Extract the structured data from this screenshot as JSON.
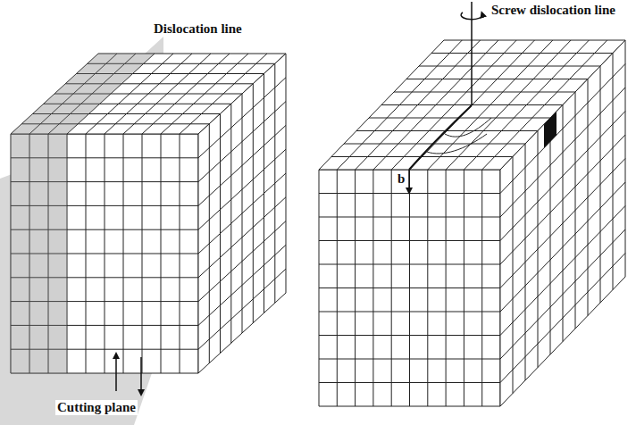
{
  "diagram": {
    "labels": [
      "Dislocation line",
      "Screw dislocation line",
      "b",
      "Cutting plane"
    ]
  }
}
